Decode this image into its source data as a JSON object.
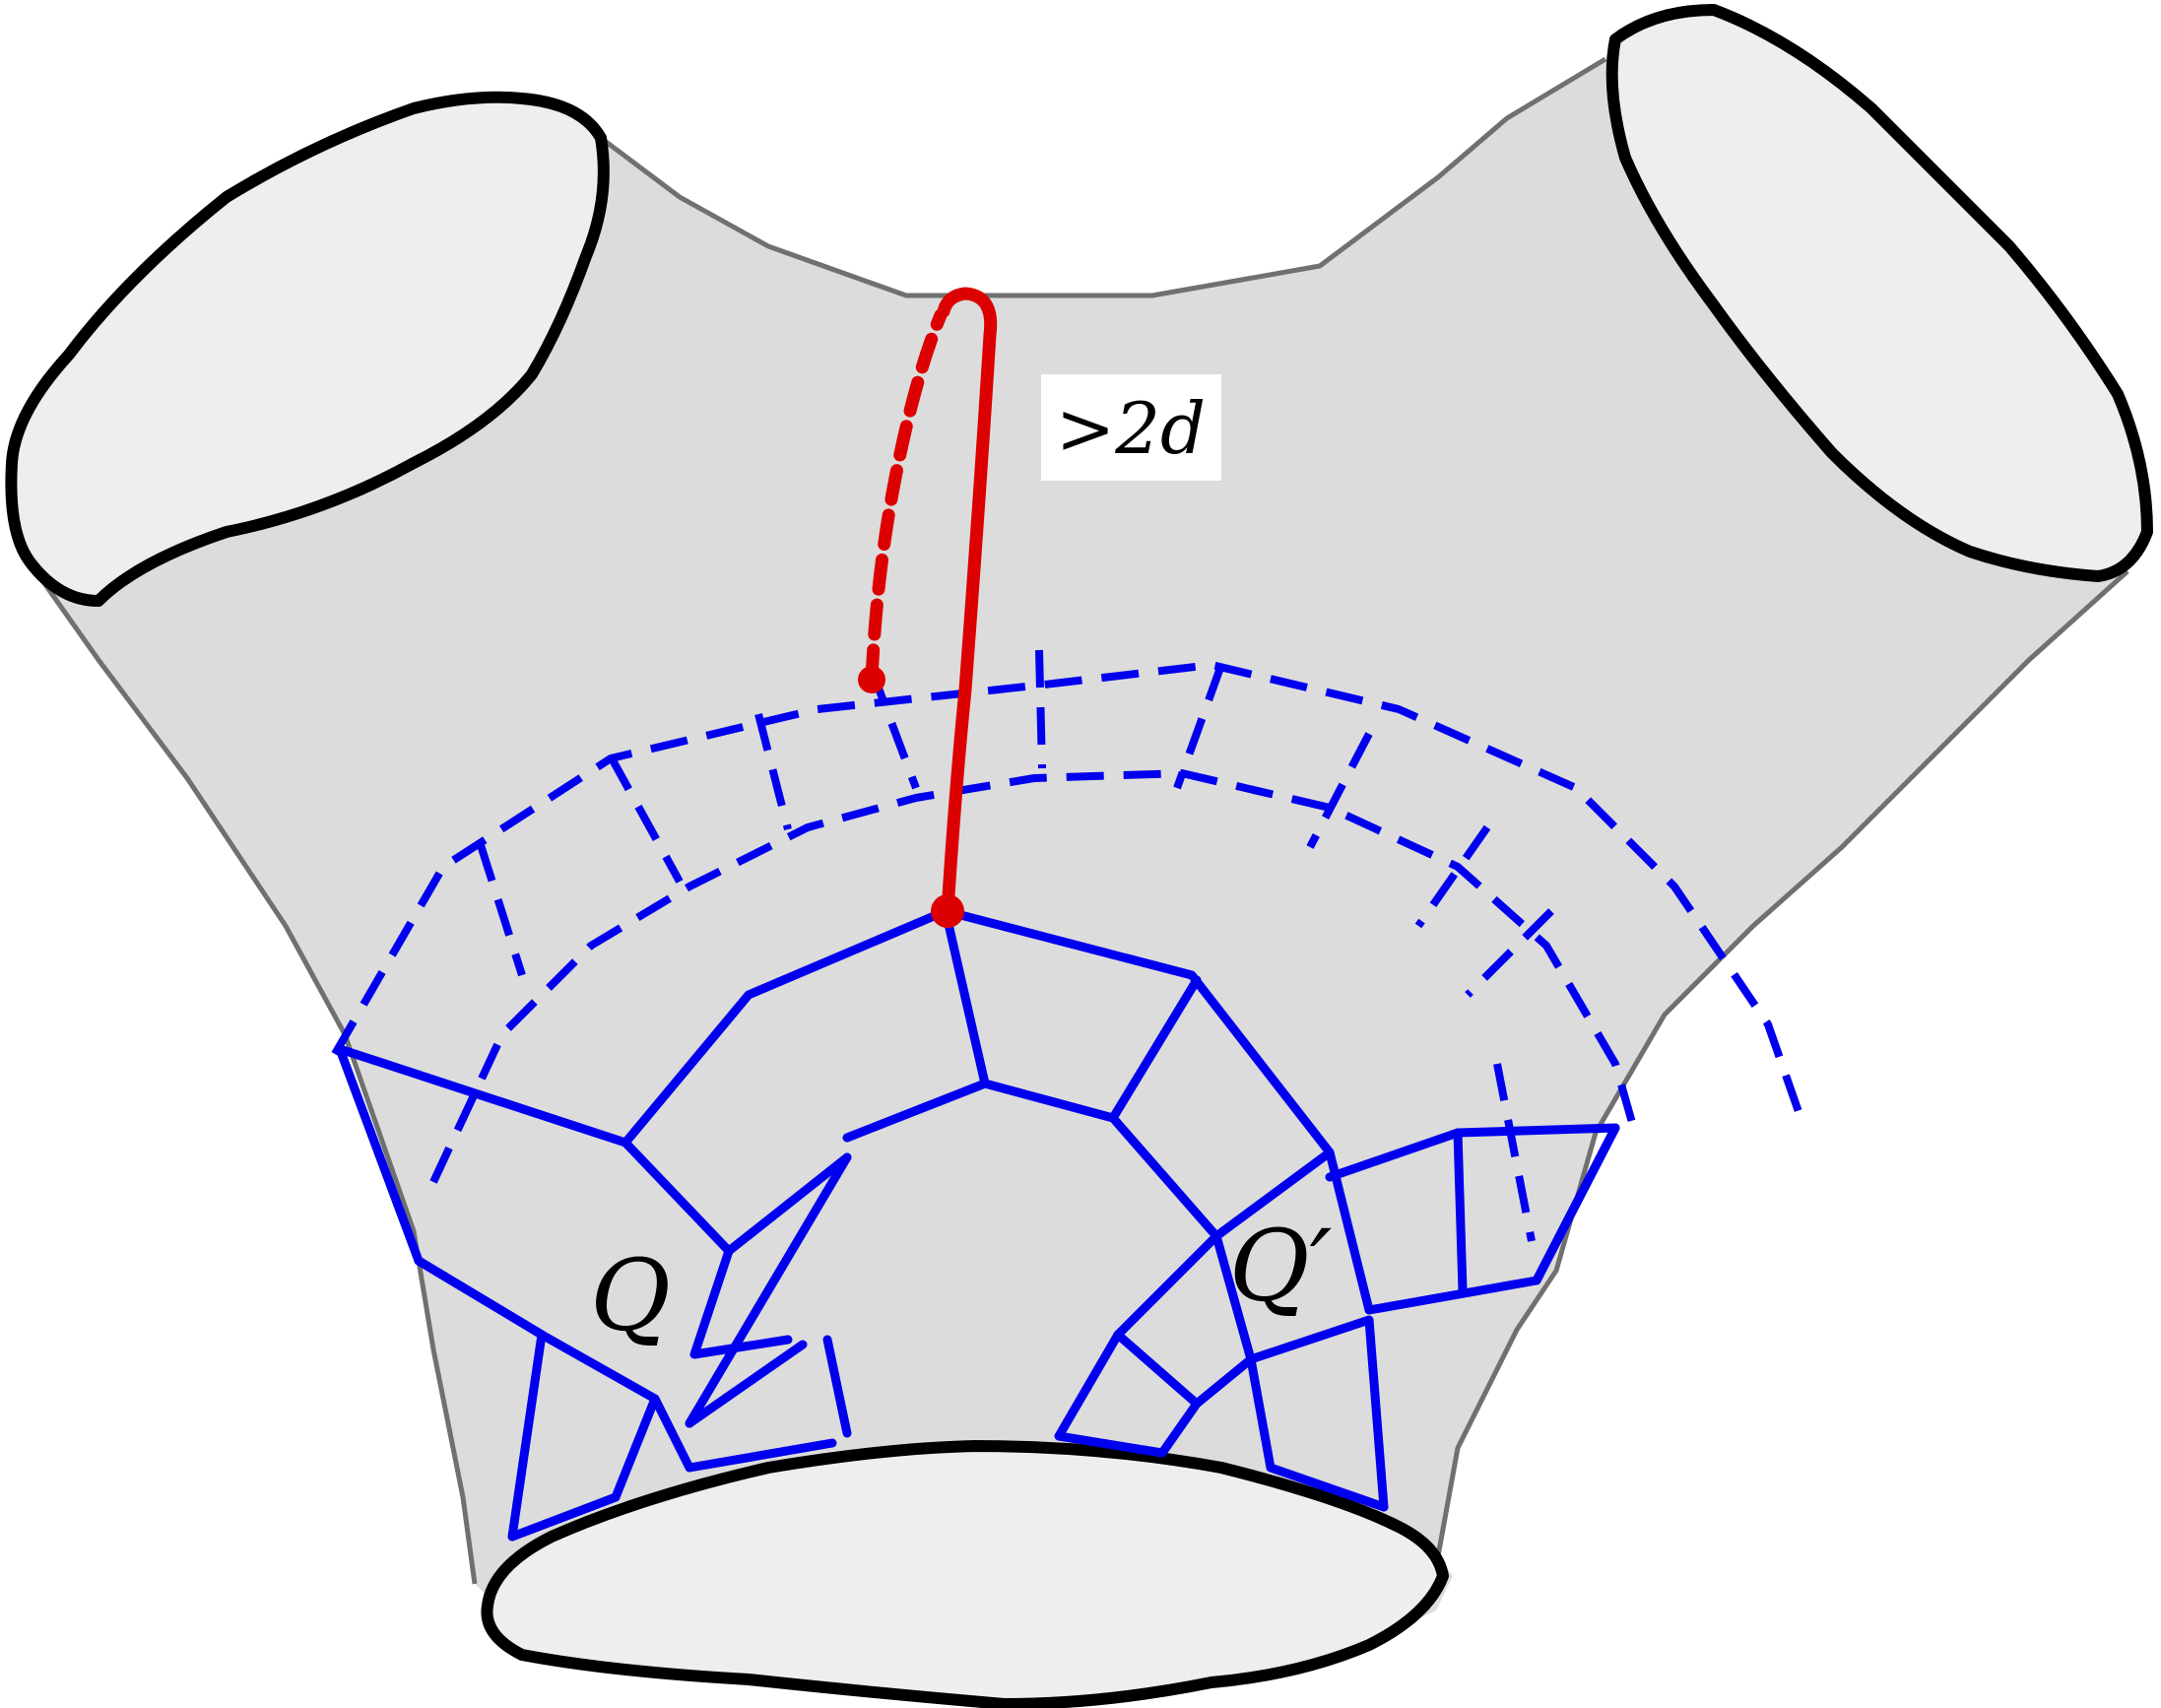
{
  "figure": {
    "distance_label": ">2d",
    "region_labels": [
      "Q",
      "Q′"
    ]
  },
  "colors": {
    "surface_fill": "#dcdcdc",
    "boundary_fill": "#eeeeee",
    "boundary_stroke": "#000000",
    "outline_stroke": "#707070",
    "tiling_stroke": "#0000ee",
    "path_stroke": "#dd0000",
    "label_box": "#ffffff"
  }
}
